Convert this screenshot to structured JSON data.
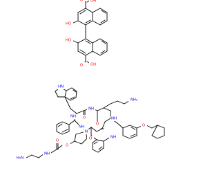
{
  "colors": {
    "background": "#ffffff",
    "bond": "#000000",
    "oxygen": "#ff0000",
    "nitrogen": "#0000ff",
    "carbon": "#000000"
  },
  "labels": {
    "oh": "OH",
    "ho": "HO",
    "o": "O",
    "nh": "NH",
    "hn": "HN",
    "n": "N",
    "nh2": "NH₂",
    "h2n": "H₂N",
    "n_plus": "NH₂"
  }
}
